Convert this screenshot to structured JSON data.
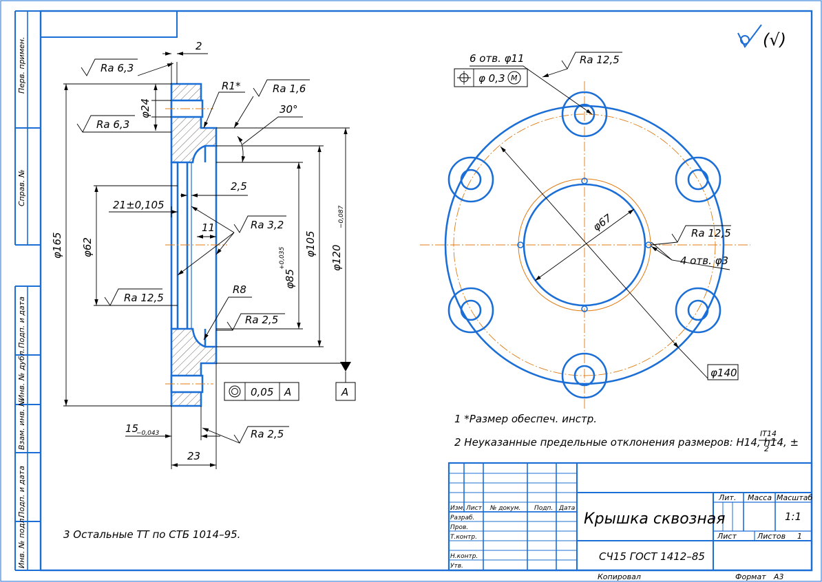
{
  "roughness": {
    "general": "(√)",
    "ra_6_3": "Ra 6,3",
    "ra_1_6": "Ra 1,6",
    "ra_3_2": "Ra 3,2",
    "ra_12_5": "Ra 12,5",
    "ra_2_5": "Ra 2,5"
  },
  "section_dims": {
    "d2": "2",
    "r1": "R1*",
    "a30": "30°",
    "d24": "φ24",
    "d165": "φ165",
    "d62": "φ62",
    "d21": "21±0,105",
    "d2_5": "2,5",
    "d11": "11",
    "d85": "φ85",
    "d85_tol": "+0,035",
    "d105": "φ105",
    "d120": "φ120",
    "d120_tol": "−0,087",
    "r8": "R8",
    "d15": "15",
    "d15_tol": "−0,043",
    "d23": "23"
  },
  "tolerance_frame": {
    "value": "0,05",
    "datum": "A"
  },
  "datum_label": "A",
  "plan_dims": {
    "holes6": "6 отв. φ11",
    "position_tol": "φ 0,3",
    "position_mod": "M",
    "d67": "φ67",
    "holes4": "4 отв. φ3",
    "d140": "φ140"
  },
  "notes": {
    "n1": "1  *Размер обеспеч. инстр.",
    "n2": "2  Неуказанные предельные отклонения размеров: H14, h14, ±",
    "n2_num": "IT14",
    "n2_den": "2",
    "n3": "3  Остальные ТТ по СТБ 1014–95."
  },
  "side_labels": {
    "perv": "Перв. примен.",
    "sprav": "Справ. №",
    "podp_data1": "Подп. и дата",
    "inv_dubl": "Инв. № дубл.",
    "vzam": "Взам. инв. №",
    "podp_data2": "Подп. и дата",
    "inv_podl": "Инв. № подл."
  },
  "title_block": {
    "izm": "Изм.",
    "list": "Лист",
    "dokum": "№ докум.",
    "podp": "Подп.",
    "data": "Дата",
    "razrab": "Разраб.",
    "prov": "Пров.",
    "tkontr": "Т.контр.",
    "nkontr": "Н.контр.",
    "utv": "Утв.",
    "name": "Крышка сквозная",
    "material": "СЧ15 ГОСТ 1412–85",
    "lit": "Лит.",
    "massa": "Масса",
    "masshtab": "Масштаб",
    "scale": "1:1",
    "list2": "Лист",
    "listov": "Листов",
    "listov_n": "1",
    "kopiroval": "Копировал",
    "format": "Формат",
    "format_v": "А3"
  }
}
